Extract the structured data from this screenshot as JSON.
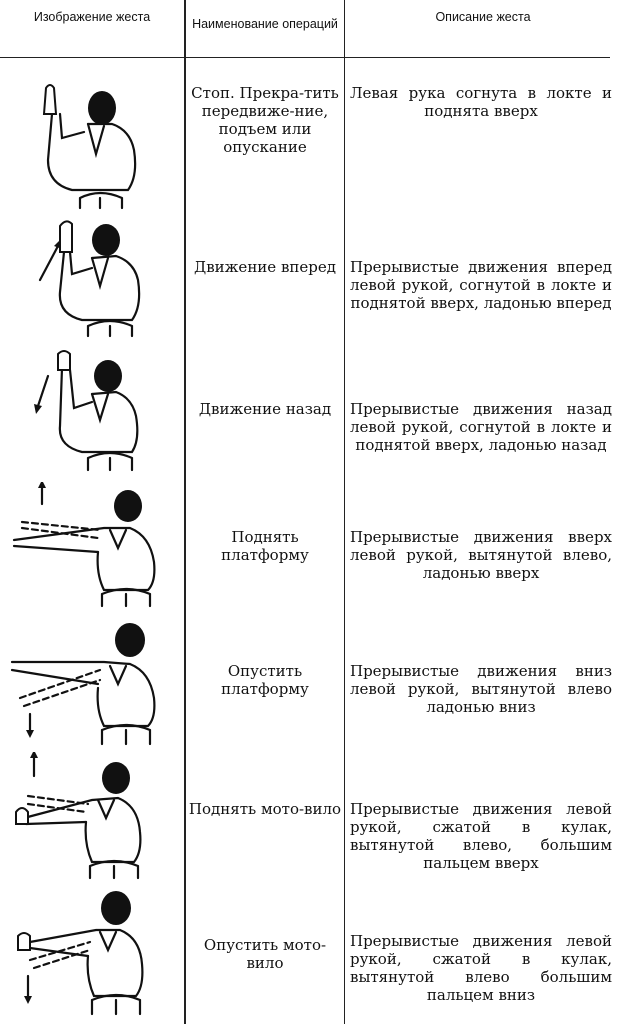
{
  "header": {
    "image_col": "Изобрaжение жеста",
    "operation_col": "Наименование операций",
    "description_col": "Описание жеста"
  },
  "rows": [
    {
      "figure": "gesture-stop-figure",
      "operation": "Стоп. Прекра-тить передвиже-ние, подъем или опускание",
      "description": "Левая рука согнута в локте и поднята вверх"
    },
    {
      "figure": "gesture-forward-figure",
      "operation": "Движение вперед",
      "description": "Прерывистые движения вперед левой рукой, согнутой в локте и поднятой вверх, ладонью вперед"
    },
    {
      "figure": "gesture-backward-figure",
      "operation": "Движение назад",
      "description": "Прерывистые движения назад левой рукой, согнутой в локте и поднятой вверх, ладонью назад"
    },
    {
      "figure": "gesture-raise-platform-figure",
      "operation": "Поднять платформу",
      "description": "Прерывистые движения вверх левой рукой, вытянутой влево, ладонью вверх"
    },
    {
      "figure": "gesture-lower-platform-figure",
      "operation": "Опустить платформу",
      "description": "Прерывистые движения вниз левой рукой, вытянутой влево ладонью вниз"
    },
    {
      "figure": "gesture-raise-winch-figure",
      "operation": "Поднять мото-вило",
      "description": "Прерывистые движения левой рукой, сжатой в кулак, вытянутой влево, большим пальцем вверх"
    },
    {
      "figure": "gesture-lower-winch-figure",
      "operation": "Опустить мото-вило",
      "description": "Прерывистые движения левой рукой, сжатой в кулак, вытянутой влево большим пальцем вниз"
    }
  ]
}
